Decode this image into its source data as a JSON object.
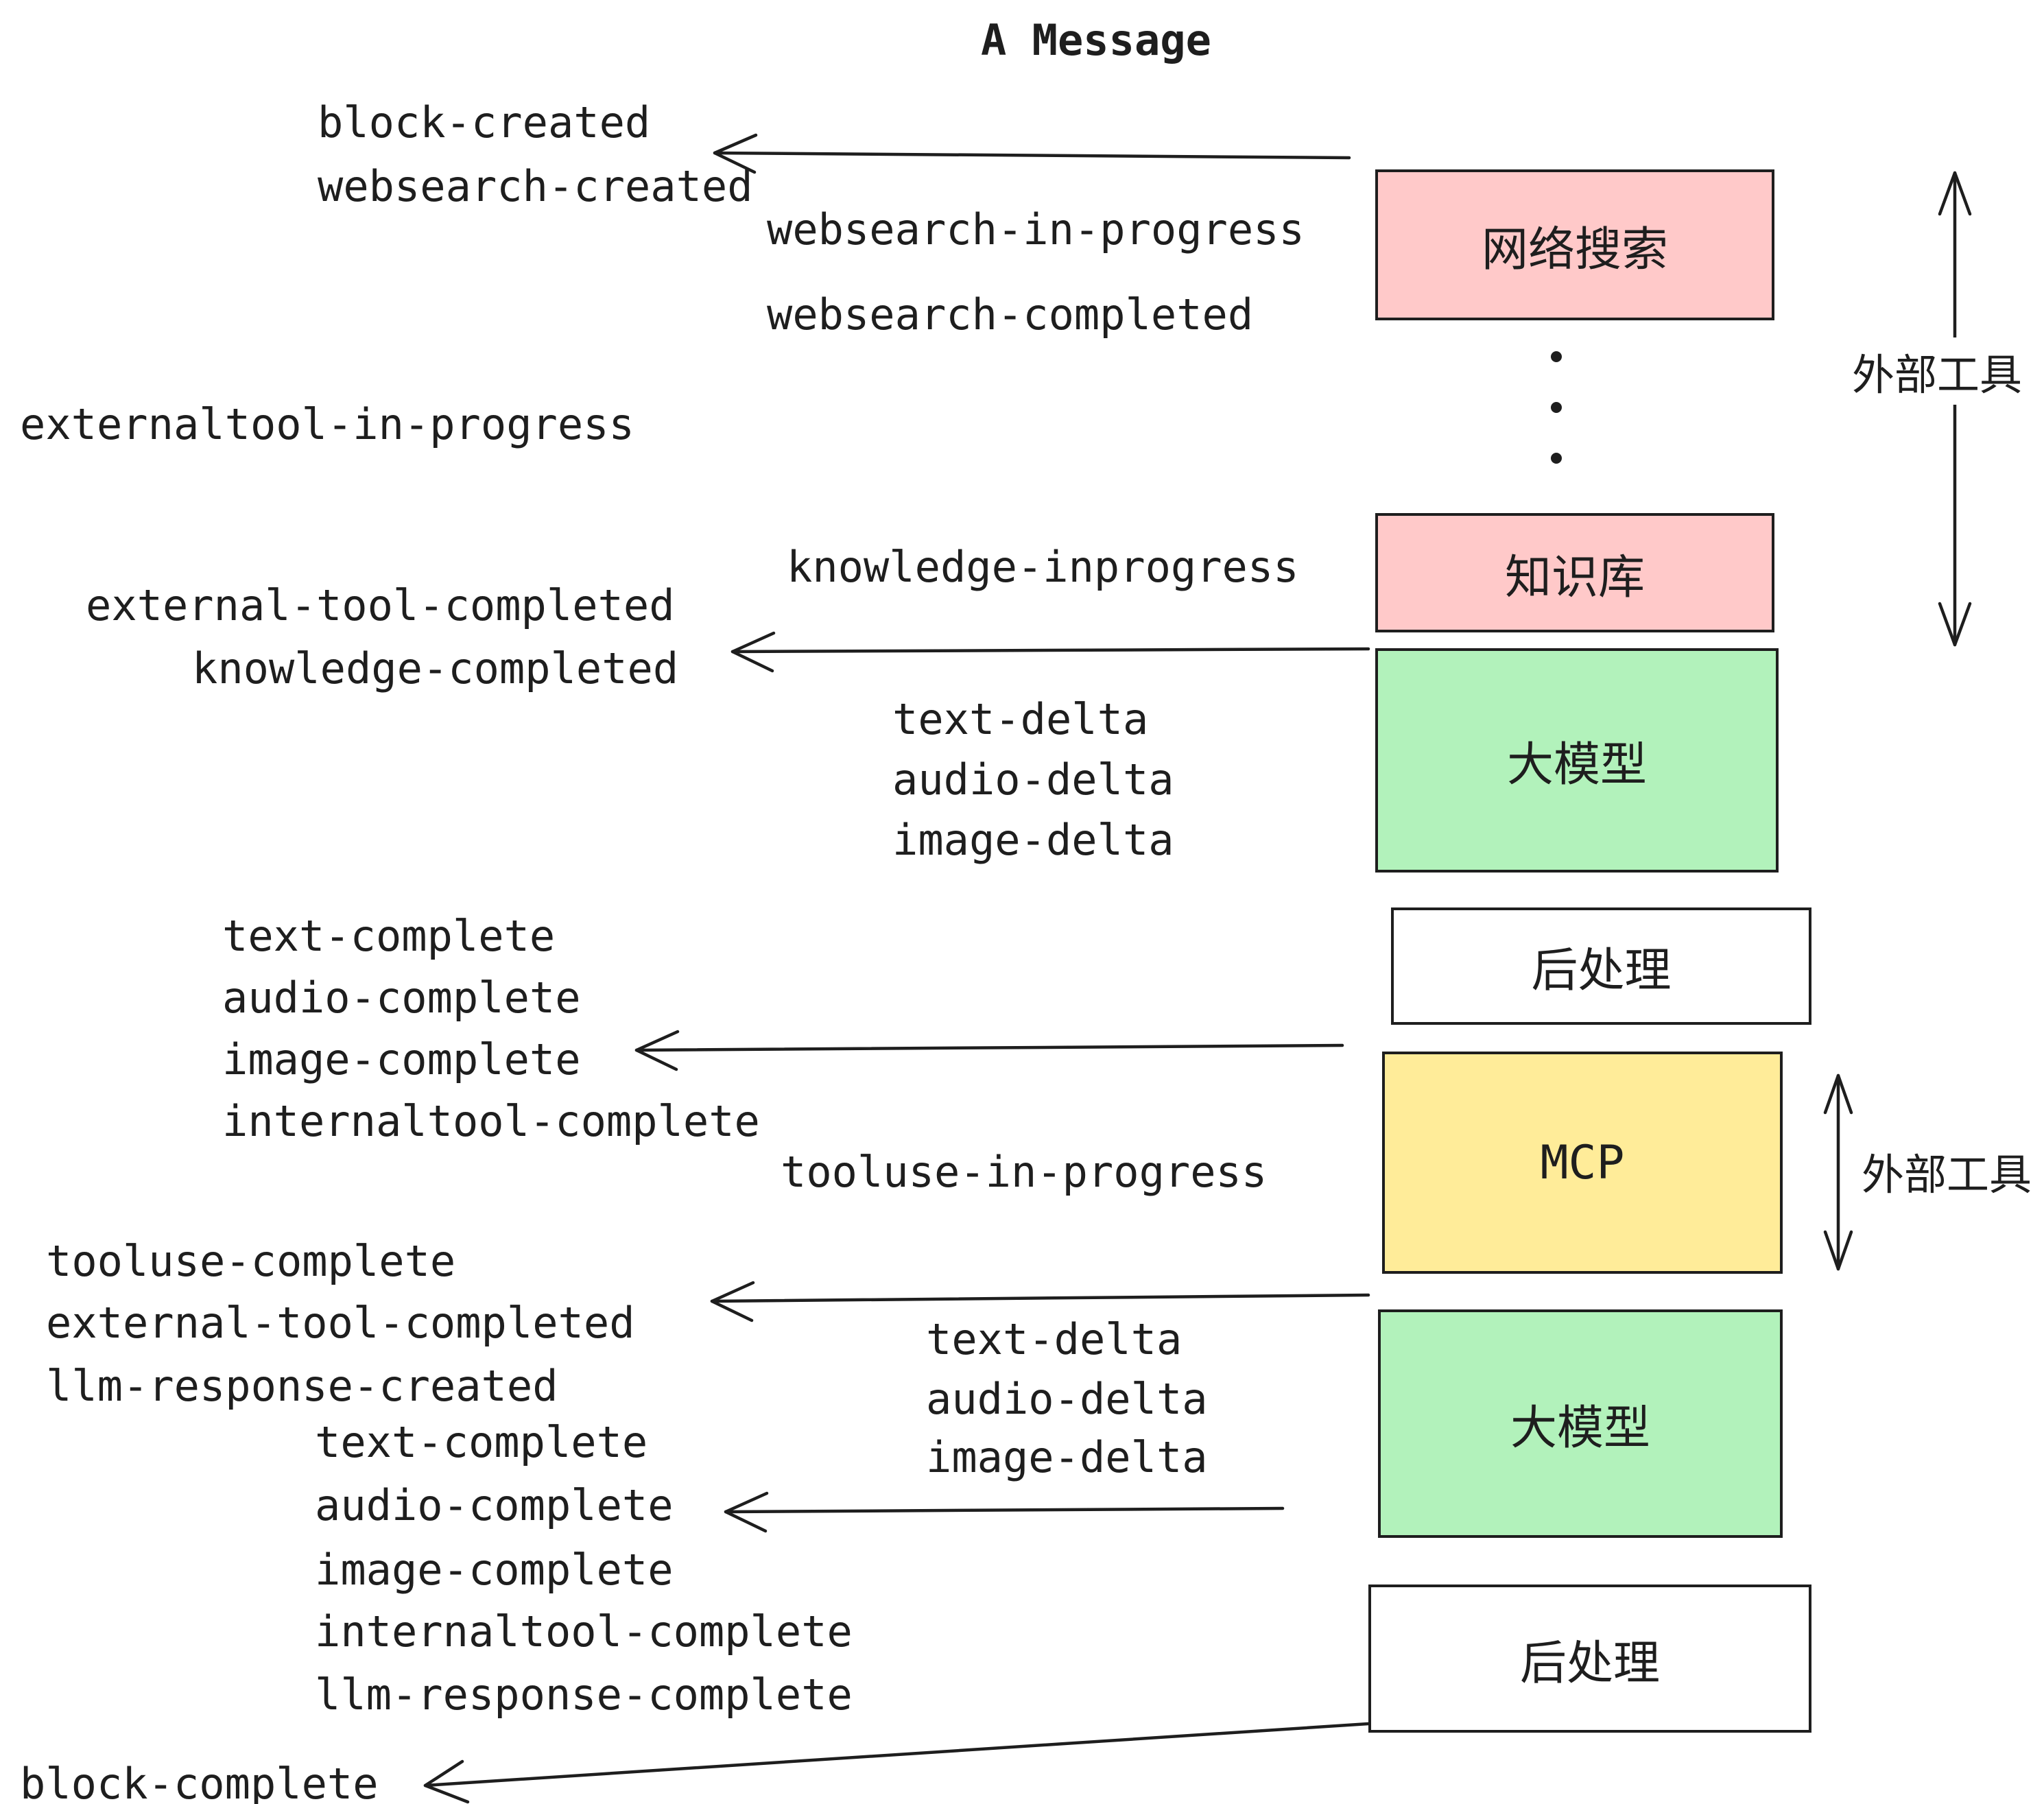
{
  "title": "A Message",
  "events": [
    {
      "text": "block-created"
    },
    {
      "text": "websearch-created"
    },
    {
      "text": "websearch-in-progress"
    },
    {
      "text": "websearch-completed"
    },
    {
      "text": "externaltool-in-progress"
    },
    {
      "text": "knowledge-inprogress"
    },
    {
      "text": "external-tool-completed"
    },
    {
      "text": "knowledge-completed"
    },
    {
      "text": "text-delta"
    },
    {
      "text": "audio-delta"
    },
    {
      "text": "image-delta"
    },
    {
      "text": "text-complete"
    },
    {
      "text": "audio-complete"
    },
    {
      "text": "image-complete"
    },
    {
      "text": "internaltool-complete"
    },
    {
      "text": "tooluse-in-progress"
    },
    {
      "text": "tooluse-complete"
    },
    {
      "text": "external-tool-completed"
    },
    {
      "text": "llm-response-created"
    },
    {
      "text": "text-delta"
    },
    {
      "text": "audio-delta"
    },
    {
      "text": "image-delta"
    },
    {
      "text": "text-complete"
    },
    {
      "text": "audio-complete"
    },
    {
      "text": "image-complete"
    },
    {
      "text": "internaltool-complete"
    },
    {
      "text": "llm-response-complete"
    },
    {
      "text": "block-complete"
    }
  ],
  "boxes": [
    {
      "label": "网络搜索",
      "color": "#ffc9c9"
    },
    {
      "label": "知识库",
      "color": "#ffc9c9"
    },
    {
      "label": "大模型",
      "color": "#b2f2bb"
    },
    {
      "label": "后处理",
      "color": "#ffffff"
    },
    {
      "label": "MCP",
      "color": "#ffec99"
    },
    {
      "label": "大模型",
      "color": "#b2f2bb"
    },
    {
      "label": "后处理",
      "color": "#ffffff"
    }
  ],
  "side_labels": [
    {
      "text": "外部工具"
    },
    {
      "text": "外部工具"
    }
  ],
  "colors": {
    "background": "#ffffff",
    "stroke": "#1e1e1e",
    "pink": "#ffc9c9",
    "green": "#b2f2bb",
    "yellow": "#ffec99"
  }
}
